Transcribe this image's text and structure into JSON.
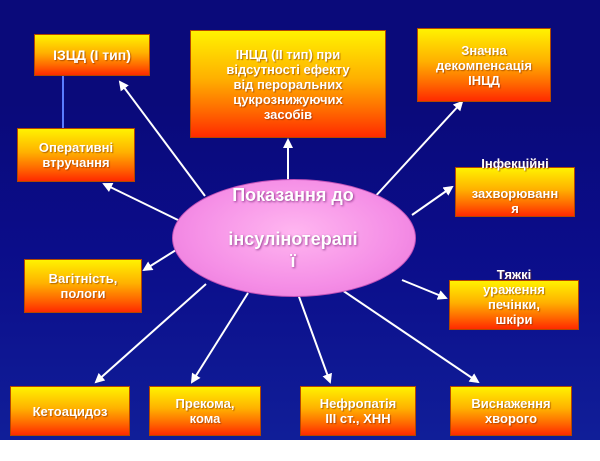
{
  "diagram": {
    "center_label": "Показання до\n\nінсулінотерапі\nї",
    "boxes": {
      "izcd": "ІЗЦД (І тип)",
      "incd_no_effect": "ІНЦД (ІІ тип) при\nвідсутності ефекту\nвід перорaльних\nцукрознижуючих\nзасобів",
      "decompensation": "Значна\nдекомпенсація\nІНЦД",
      "surgery": "Оперативні\nвтручання",
      "infectious": "Інфекційні\n\nзахворювaнн\nя",
      "pregnancy": "Вагітність,\nпологи",
      "severe_lesions": "Тяжкі\nураження\nпечінки,\nшкіри",
      "ketoacidosis": "Кетоацидоз",
      "precoma": "Прекома,\nкома",
      "nephropathy": "Нефропатія\nІІІ ст., ХНН",
      "exhaustion": "Виснаження\nхворого"
    },
    "colors": {
      "background": "#0a0a7a",
      "box_top": "#fff200",
      "box_bottom": "#ff2a00",
      "ellipse": "#f58ee6",
      "arrow": "#ffffff"
    }
  }
}
